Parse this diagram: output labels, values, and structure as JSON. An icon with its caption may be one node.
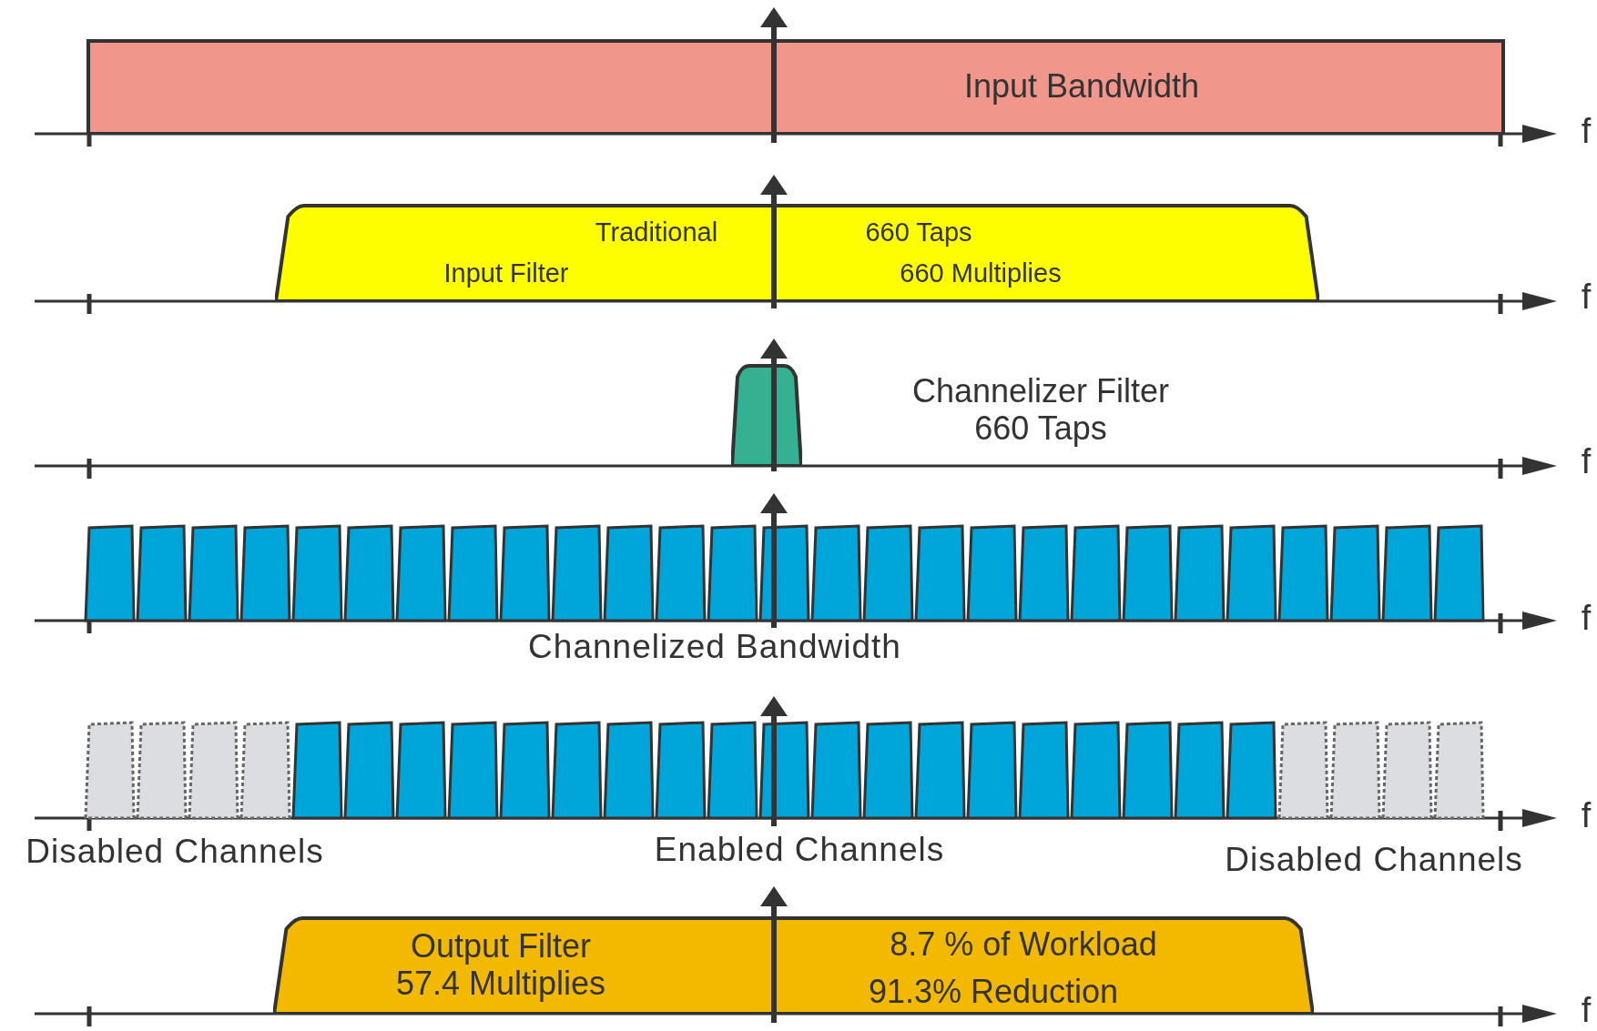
{
  "diagram": {
    "nodes": [
      {
        "text": [
          "Input Bandwidth"
        ]
      },
      {
        "text": [
          "Traditional",
          "Input Filter",
          "660 Taps",
          "660 Multiplies"
        ]
      },
      {
        "text": [],
        "shape": "box",
        "beside": [
          "Channelizer Filter 660 Taps"
        ]
      },
      {
        "text": [
          "Output Filter 57.4 Multiplies",
          "8.7 % of Workload",
          "91.3% Reduction"
        ]
      }
    ],
    "edges": [],
    "labels": [
      "f",
      "f",
      "f",
      "f",
      "Channelized Bandwidth",
      "f",
      "Disabled Channels",
      "Enabled Channels",
      "Disabled Channels",
      "f"
    ]
  }
}
